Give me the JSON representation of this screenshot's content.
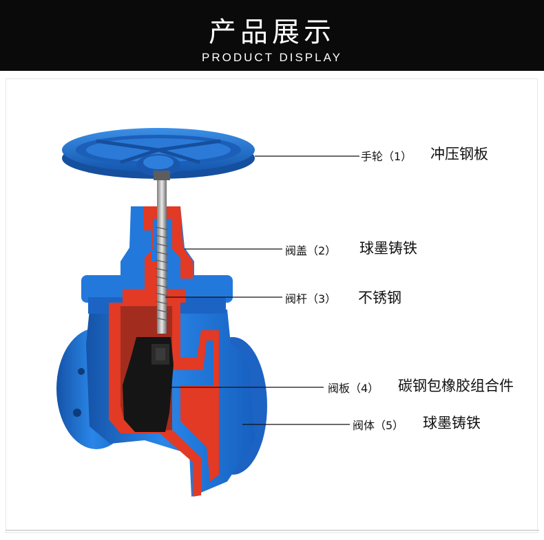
{
  "header": {
    "title": "产品展示",
    "subtitle": "PRODUCT DISPLAY"
  },
  "parts": [
    {
      "label": "手轮（1）",
      "material": "冲压钢板"
    },
    {
      "label": "阀盖（2）",
      "material": "球墨铸铁"
    },
    {
      "label": "阀杆（3）",
      "material": "不锈钢"
    },
    {
      "label": "阀板（4）",
      "material": "碳钢包橡胶组合件"
    },
    {
      "label": "阀体（5）",
      "material": "球墨铸铁"
    }
  ],
  "colors": {
    "header_bg": "#0a0a0a",
    "valve_blue": "#1f6fd0",
    "cutaway_red": "#e23a24"
  }
}
